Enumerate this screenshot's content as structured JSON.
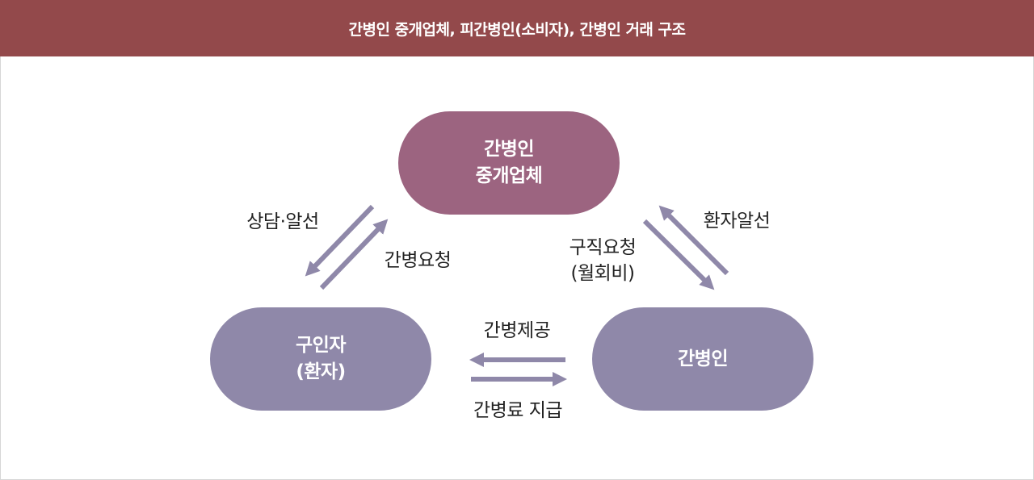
{
  "header": {
    "title": "간병인 중개업체, 피간병인(소비자), 간병인 거래 구조"
  },
  "nodes": {
    "agency": {
      "line1": "간병인",
      "line2": "중개업체"
    },
    "client": {
      "line1": "구인자",
      "line2": "(환자)"
    },
    "caregiver": {
      "line1": "간병인"
    }
  },
  "labels": {
    "consult_match": "상담·알선",
    "care_request": "간병요청",
    "job_request_line1": "구직요청",
    "job_request_line2": "(월회비)",
    "patient_match": "환자알선",
    "care_provide": "간병제공",
    "care_fee_payment": "간병료 지급"
  },
  "colors": {
    "header_bg": "#93494b",
    "agency_node": "#9c6480",
    "party_node": "#8f88a9",
    "arrow": "#8f88a9"
  }
}
